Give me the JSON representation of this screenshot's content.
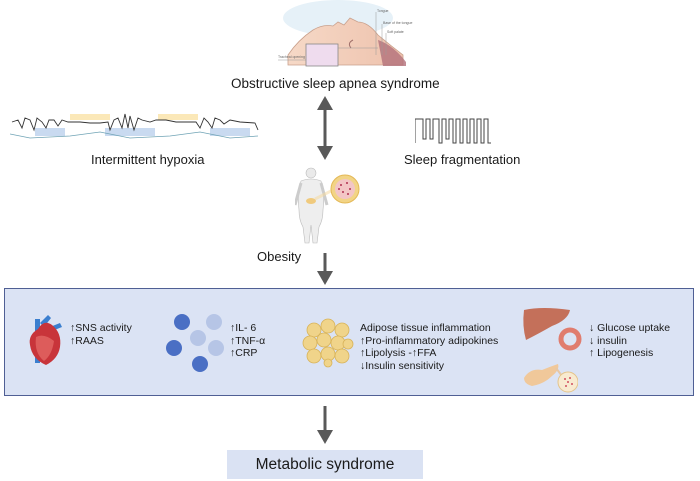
{
  "title": "Obstructive sleep apnea syndrome",
  "osa_illustration": {
    "labels": [
      "Tongue",
      "Base of the tongue",
      "Soft palate",
      "Tracheal opening"
    ]
  },
  "mechanisms": {
    "intermittent_hypoxia": "Intermittent hypoxia",
    "sleep_fragmentation": "Sleep fragmentation",
    "obesity": "Obesity"
  },
  "effects": {
    "cardiovascular": {
      "icon": "heart-icon",
      "lines": [
        "↑SNS activity",
        "↑RAAS"
      ]
    },
    "inflammation": {
      "icon": "cytokine-dots-icon",
      "lines": [
        "↑IL- 6",
        "↑TNF-α",
        "↑CRP"
      ]
    },
    "adipose": {
      "icon": "adipose-tissue-icon",
      "lines": [
        "Adipose tissue inflammation",
        "↑Pro-inflammatory adipokines",
        "↑Lipolysis -↑FFA",
        "↓Insulin sensitivity"
      ]
    },
    "metabolic_organs": {
      "icons": [
        "liver-icon",
        "islet-icon",
        "pancreas-icon"
      ],
      "lines": [
        "↓ Glucose uptake",
        "↓ insulin",
        "↑ Lipogenesis"
      ]
    }
  },
  "outcome": "Metabolic syndrome",
  "colors": {
    "box_fill": "#dbe3f4",
    "box_border": "#4f5f94",
    "arrow": "#595959",
    "dot_dark": "#4a6fc4",
    "dot_light": "#b6c5e6"
  }
}
